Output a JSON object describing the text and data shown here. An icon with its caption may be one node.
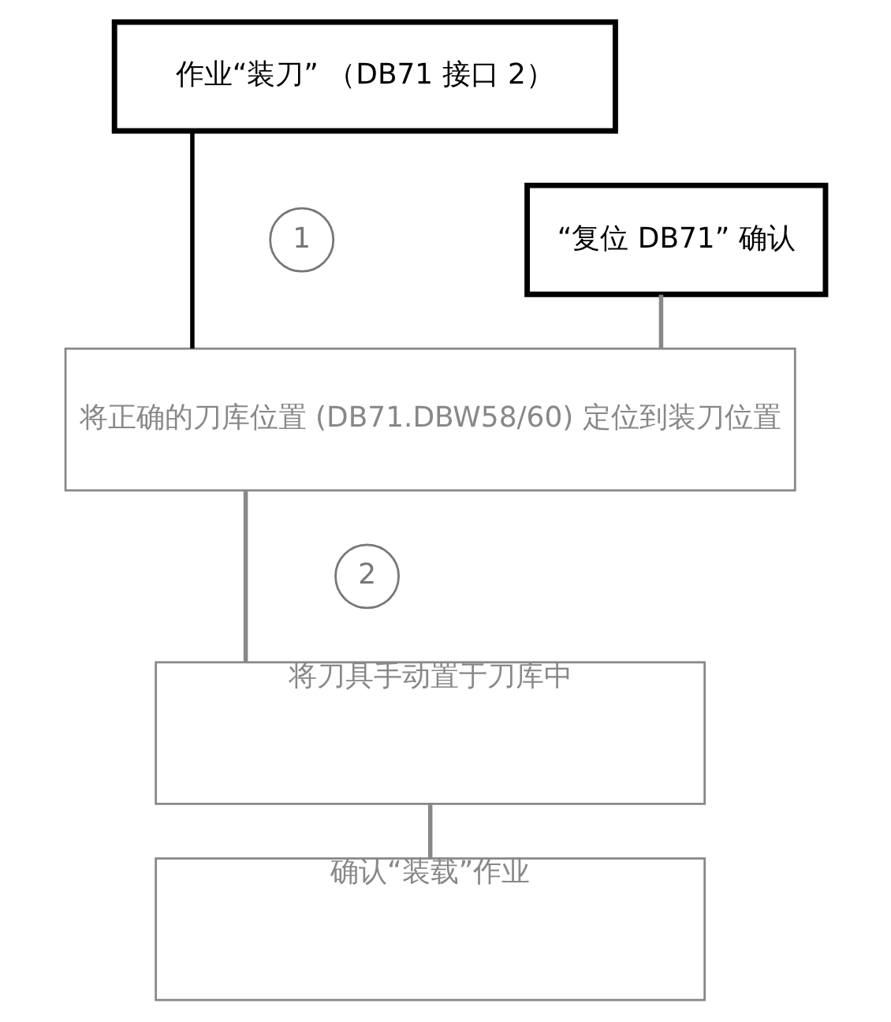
{
  "diagram": {
    "nodes": [
      {
        "text": [
          "作业“装刀” （DB71 接口 2）"
        ]
      },
      {
        "text": [
          "“复位 DB71” 确认"
        ]
      },
      {
        "text": [
          "1"
        ]
      },
      {
        "text": [
          "将正确的刀库位置 (DB71.DBW58/60) 定位到装刀位置"
        ]
      },
      {
        "text": [
          "2"
        ]
      },
      {
        "text": [
          "将刀具手动置于刀库中"
        ]
      },
      {
        "text": [
          "确认“装载”作业"
        ]
      }
    ],
    "edges": [
      {
        "from": 0,
        "to": 3,
        "arrow": "none",
        "color": "#000000"
      },
      {
        "from": 1,
        "to": 3,
        "arrow": "none"
      },
      {
        "from": 3,
        "to": 5,
        "arrow": "none"
      },
      {
        "from": 5,
        "to": 6,
        "arrow": "none"
      }
    ]
  }
}
